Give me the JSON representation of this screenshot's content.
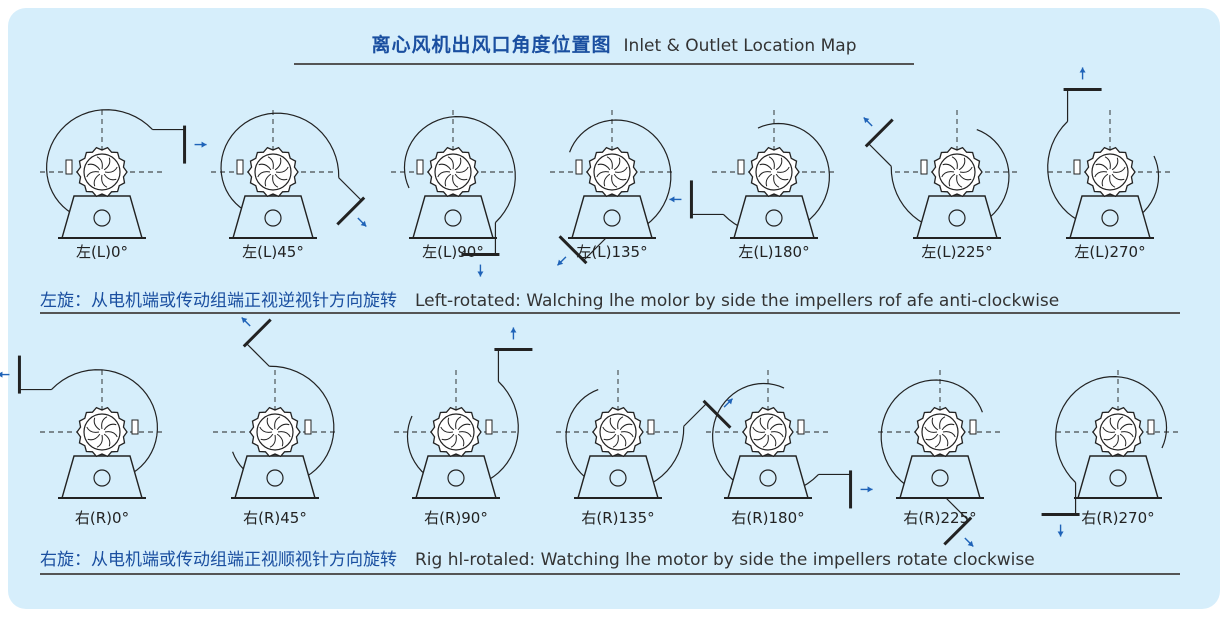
{
  "title": {
    "cn": "离心风机出风口角度位置图",
    "en": "Inlet & Outlet Location Map"
  },
  "rows": [
    {
      "description": {
        "cn": "左旋：从电机端或传动组端正视逆视针方向旋转",
        "en": "Left-rotated: Walching lhe molor by side the impellers rof afe anti-clockwise"
      },
      "fans": [
        {
          "label": "左(L)0°",
          "angle": 0
        },
        {
          "label": "左(L)45°",
          "angle": 45
        },
        {
          "label": "左(L)90°",
          "angle": 90
        },
        {
          "label": "左(L)135°",
          "angle": 135
        },
        {
          "label": "左(L)180°",
          "angle": 180
        },
        {
          "label": "左(L)225°",
          "angle": 225
        },
        {
          "label": "左(L)270°",
          "angle": 270
        }
      ]
    },
    {
      "description": {
        "cn": "右旋：从电机端或传动组端正视顺视针方向旋转",
        "en": "Rig hl-rotaled: Watching lhe motor by side the impellers rotate clockwise"
      },
      "fans": [
        {
          "label": "右(R)0°",
          "angle": 0
        },
        {
          "label": "右(R)45°",
          "angle": 45
        },
        {
          "label": "右(R)90°",
          "angle": 90
        },
        {
          "label": "右(R)135°",
          "angle": 135
        },
        {
          "label": "右(R)180°",
          "angle": 180
        },
        {
          "label": "右(R)225°",
          "angle": 225
        },
        {
          "label": "右(R)270°",
          "angle": 270
        }
      ]
    }
  ],
  "colors": {
    "panel": "#d6eefb",
    "line": "#222222",
    "arrow": "#1f63b8",
    "title_cn": "#1a4fa0",
    "text": "#333333"
  }
}
